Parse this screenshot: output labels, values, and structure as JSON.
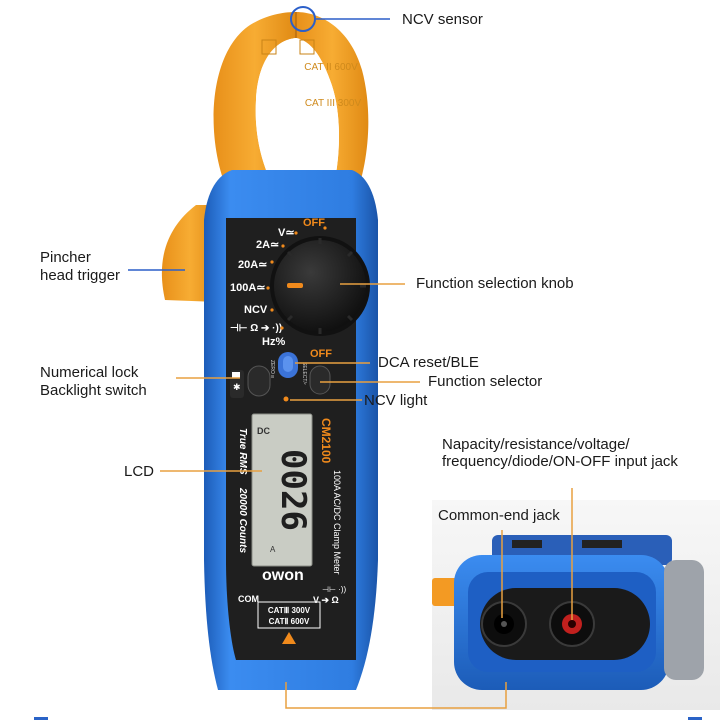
{
  "callouts": {
    "ncv_sensor": "NCV sensor",
    "pincher_trigger_1": "Pincher",
    "pincher_trigger_2": "head trigger",
    "function_knob": "Function selection knob",
    "dca_reset": "DCA reset/BLE",
    "function_selector": "Function selector",
    "numerical_lock_1": "Numerical lock",
    "numerical_lock_2": "Backlight switch",
    "ncv_light": "NCV light",
    "lcd": "LCD",
    "input_jack_1": "Napacity/resistance/voltage/",
    "input_jack_2": "frequency/diode/ON-OFF input jack",
    "common_jack": "Common-end jack"
  },
  "device": {
    "dial": {
      "off_top": "OFF",
      "v_ac": "V≃",
      "a2": "2A≃",
      "a20": "20A≃",
      "a100": "100A≃",
      "ncv": "NCV",
      "diode": "⊣⊢ Ω ➔ ·))",
      "hz": "Hz%",
      "off_bottom": "OFF"
    },
    "button_zero": "ZERO ʙ",
    "button_select": "SELECT/ᵛ",
    "model": "CM2100",
    "subtitle": "100A AC/DC Clamp Meter",
    "true_rms": "True RMS",
    "counts": "20000 Counts",
    "lcd_mode": "DC",
    "lcd_value": "0026",
    "lcd_unit": "A",
    "brand": "owon",
    "jaw_rating_1": "CAT II 600V",
    "jaw_rating_2": "CAT III 300V",
    "jack_com": "COM",
    "jack_v": "V ➔ Ω",
    "jack_cap": "⊣⊢ ·))",
    "cat_rating_1": "CATⅢ 300V",
    "cat_rating_2": "CATⅡ 600V"
  },
  "colors": {
    "body_blue": "#2f7de1",
    "body_blue_dark": "#1c5cb8",
    "clamp_orange": "#f5a623",
    "faceplate": "#1f1f1f",
    "lcd_bg": "#c9ccc4",
    "accent_orange": "#f08a1c",
    "callout_line": "#e8a040",
    "ncv_marker": "#2b5fc9"
  }
}
